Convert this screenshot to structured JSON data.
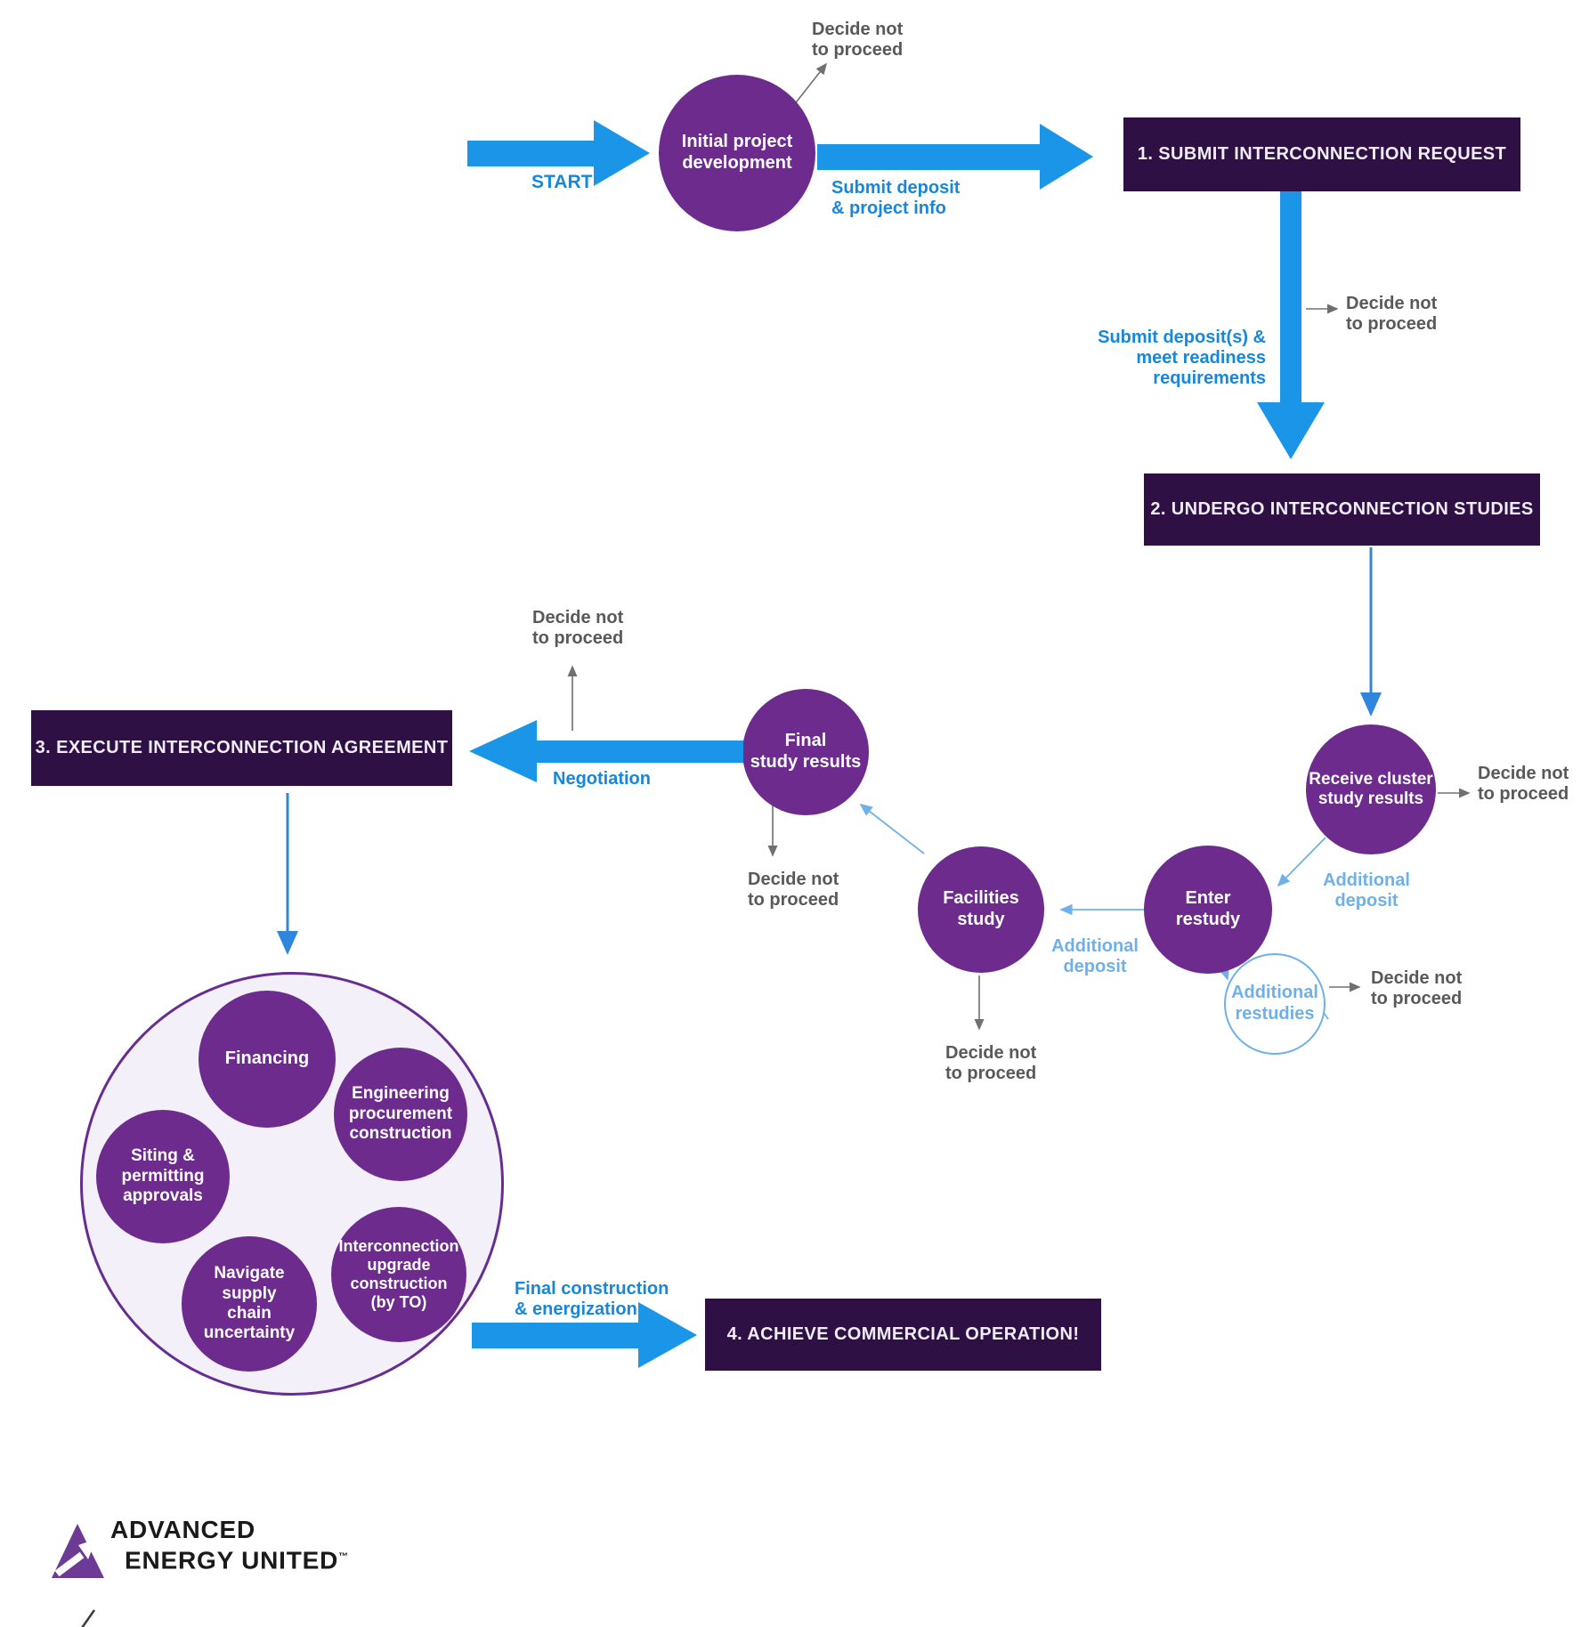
{
  "labels": {
    "decide": "Decide not\nto proceed",
    "start": "START",
    "submit_deposit_info": "Submit deposit\n& project info",
    "submit_deposits_readiness": "Submit deposit(s) &\nmeet readiness\nrequirements",
    "additional_deposit": "Additional\ndeposit",
    "negotiation": "Negotiation",
    "final_construction": "Final construction\n& energization"
  },
  "steps": {
    "step1": "1.  SUBMIT INTERCONNECTION REQUEST",
    "step2": "2. UNDERGO INTERCONNECTION STUDIES",
    "step3": "3. EXECUTE INTERCONNECTION AGREEMENT",
    "step4": "4. ACHIEVE COMMERCIAL OPERATION!"
  },
  "nodes": {
    "initial": "Initial project\ndevelopment",
    "receive_cluster": "Receive cluster\nstudy results",
    "enter_restudy": "Enter\nrestudy",
    "additional_restudies": "Additional\nrestudies",
    "facilities": "Facilities\nstudy",
    "final_results": "Final\nstudy results",
    "financing": "Financing",
    "epc": "Engineering\nprocurement\nconstruction",
    "siting": "Siting &\npermitting\napprovals",
    "supply": "Navigate\nsupply\nchain\nuncertainty",
    "upgrade": "Interconnection\nupgrade\nconstruction\n(by TO)"
  },
  "logo": {
    "line1": "ADVANCED",
    "line2": "ENERGY UNITED",
    "tm": "™"
  },
  "colors": {
    "arrow_blue": "#1b95e8",
    "text_blue": "#1787db",
    "light_blue": "#6fb0e8",
    "connector_blue": "#3487d8",
    "node_purple": "#6d2b8e",
    "box_dark_purple": "#2e1045",
    "gray_text": "#58595b"
  }
}
